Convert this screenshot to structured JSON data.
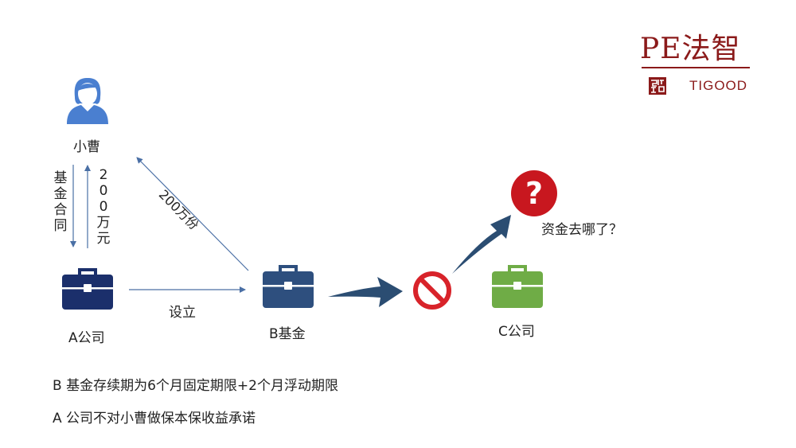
{
  "logo": {
    "name": "PE法智",
    "sub": "TIGOOD"
  },
  "nodes": {
    "person": "小曹",
    "company_a": "A公司",
    "fund_b": "B基金",
    "company_c": "C公司"
  },
  "edges": {
    "contract": "基金合同",
    "amount": "200万元",
    "shares": "200万份",
    "establish": "设立"
  },
  "question": "资金去哪了？",
  "notes": [
    "B 基金存续期为6个月固定期限+2个月浮动期限",
    "A 公司不对小曹做保本保收益承诺"
  ],
  "colors": {
    "person": "#4a7fd0",
    "company_a": "#1b2f6b",
    "fund_b": "#2e4f7e",
    "company_c": "#6fac46",
    "stop": "#d8232a",
    "question": "#c8171f",
    "arrow": "#2b4d72",
    "logo": "#8b1a1a"
  }
}
